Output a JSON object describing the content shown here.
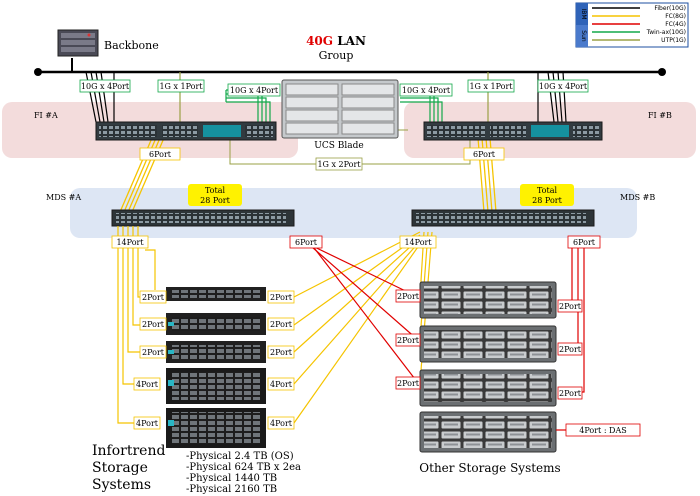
{
  "title": {
    "prefix": "40G",
    "suffix": " LAN",
    "line2": "Group"
  },
  "backbone": "Backbone",
  "fabric": {
    "left": "FI #A",
    "right": "FI #B"
  },
  "mds": {
    "left": "MDS #A",
    "right": "MDS #B"
  },
  "ucs": "UCS Blade",
  "total": {
    "line1": "Total",
    "line2": "28 Port"
  },
  "port_labels": {
    "p10g4_left_top": "10G x 4Port",
    "p1g1_left": "1G x 1Port",
    "p10g4_left_ucs": "10G x 4Port",
    "p10g4_right_ucs": "10G x 4Port",
    "p1g1_right": "1G x 1Port",
    "p10g4_right_top": "10G x 4Port",
    "p6_left": "6Port",
    "p6_right": "6Port",
    "p1g2": "1G x 2Port",
    "p14_left": "14Port",
    "p6_red_left": "6Port",
    "p14_right": "14Port",
    "p6_red_right": "6Port"
  },
  "infortrend": {
    "name_lines": [
      "Infortrend",
      "Storage",
      "Systems"
    ],
    "left_ports": [
      "2Port",
      "2Port",
      "2Port",
      "4Port",
      "4Port"
    ],
    "right_ports": [
      "2Port",
      "2Port",
      "2Port",
      "4Port",
      "4Port"
    ],
    "notes": [
      "-Physical 2.4 TB (OS)",
      "-Physical 624 TB x 2ea",
      "-Physical 1440 TB",
      "-Physical 2160 TB"
    ]
  },
  "other": {
    "name": "Other Storage Systems",
    "left_ports": [
      "2Port",
      "2Port",
      "2Port"
    ],
    "right_ports": [
      "2Port",
      "2Port",
      "2Port"
    ],
    "das": "4Port : DAS"
  },
  "legend": [
    {
      "label": "Fiber(10G)",
      "color": "#000000"
    },
    {
      "label": "FC(8G)",
      "color": "#f5c400"
    },
    {
      "label": "FC(4G)",
      "color": "#e00000"
    },
    {
      "label": "Twin-ax(10G)",
      "color": "#12a84a"
    },
    {
      "label": "UTP(1G)",
      "color": "#9aa046"
    }
  ],
  "legend_side": [
    "IBM",
    "Sun"
  ],
  "colors": {
    "fi_zone": "#f3dcdc",
    "mds_zone": "#dde6f4",
    "total_highlight": "#fff200",
    "title_accent": "#e00000",
    "fiber": "#000000",
    "fc8": "#f5c400",
    "fc4": "#e00000",
    "twinax": "#12a84a",
    "utp": "#9aa046"
  }
}
